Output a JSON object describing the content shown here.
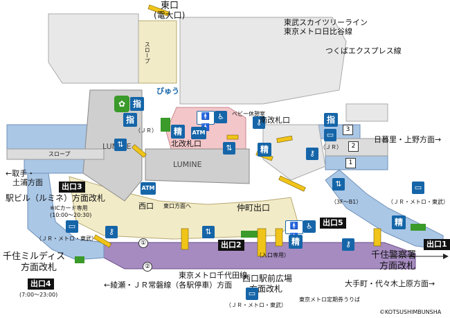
{
  "title": {
    "east_exit": "東口",
    "east_exit_sub": "(電大口)"
  },
  "lines": {
    "tobu_metro": "東武スカイツリーライン",
    "metro_hibiya": "東京メトロ日比谷線",
    "tsukuba": "つくばエクスプレス線",
    "chiyoda": "東京メトロ千代田線",
    "joban": "←綾瀬・ＪＲ常磐線（各駅停車）方面"
  },
  "labels": {
    "slope_v": "スロープ",
    "slope_h": "スロープ",
    "lumine": "LUMINE",
    "lumine2": "LUMINE",
    "baby_room": "ベビー休憩室",
    "north_gate": "北改札口",
    "south_gate": "南改札口",
    "west_exit": "西口",
    "east_dir": "東口方面へ",
    "jr": "（ＪＲ）",
    "jr2": "（ＪＲ）",
    "nippori": "日暮里・上野方面→",
    "toride": "←取手・",
    "tsuchiura": "土浦方面",
    "station_bldg": "駅ビル（ルミネ）方面改札",
    "ic_only": "※ICカード専用",
    "ic_hours": "(10:00〜20:30)",
    "jr_metro_tobu1": "（ＪＲ・メトロ・東武）",
    "jr_metro_tobu2": "（ＪＲ・メトロ・東武）",
    "jr_metro_tobu3": "（ＪＲ・メトロ・東武）",
    "senju_mildis": "千住ミルディス",
    "gate_dir": "方面改札",
    "exit4_hours": "(7:00〜23:00)",
    "nakamachi": "仲町出口",
    "b1": "（3F〜B1）",
    "senju_police": "千住警察署",
    "police_gate": "方面改札",
    "entry_only": "（入口専用）",
    "west_plaza": "西口駅前広場",
    "plaza_gate": "方面改札",
    "otemachi": "大手町・代々木上原方面→",
    "metro_pass": "東京メトロ定期券うりば",
    "copyright": "©KOTSUSHIMBUNSHA",
    "viewcard": "びゅう"
  },
  "exits": {
    "exit1": "出口1",
    "exit2": "出口2",
    "exit3": "出口3",
    "exit4": "出口4",
    "exit5": "出口5"
  },
  "track_numbers": {
    "t1": "1",
    "t2": "2",
    "t3": "3",
    "c1": "①",
    "c2": "②"
  },
  "signs": {
    "shitei": "指",
    "seisan": "精",
    "atm": "ATM",
    "wc": "🚹🚺",
    "accessible": "♿"
  }
}
